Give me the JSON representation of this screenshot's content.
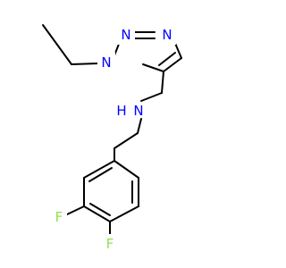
{
  "molecule": {
    "atoms": {
      "n1": {
        "symbol": "N",
        "color": "#0000FF"
      },
      "n2": {
        "symbol": "N",
        "color": "#0000FF"
      },
      "n3": {
        "symbol": "N",
        "color": "#0000FF"
      },
      "nh": {
        "symbol": "N",
        "color": "#0000FF"
      },
      "h": {
        "symbol": "H",
        "color": "#0000FF"
      },
      "f1": {
        "symbol": "F",
        "color": "#90E050"
      },
      "f2": {
        "symbol": "F",
        "color": "#90E050"
      }
    },
    "bond_color": "#000000"
  }
}
